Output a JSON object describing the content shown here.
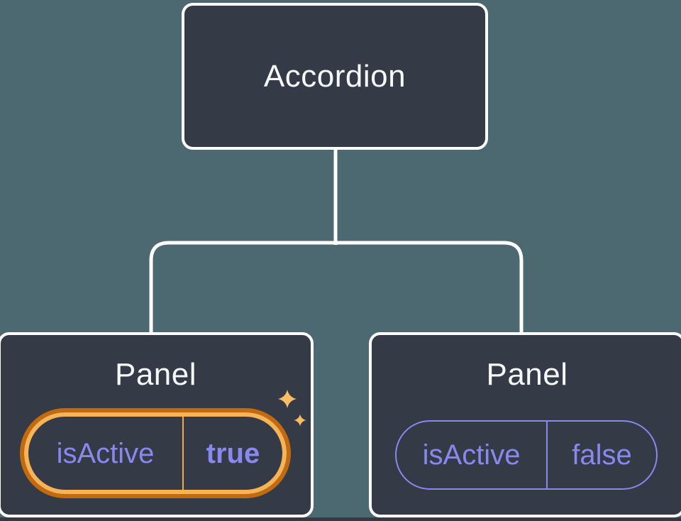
{
  "diagram": {
    "description": "Component tree: Accordion parent with two Panel children holding isActive state",
    "root": {
      "label": "Accordion"
    },
    "children": [
      {
        "label": "Panel",
        "state": {
          "name": "isActive",
          "value": "true"
        },
        "highlighted": true,
        "icon": "sparkles-icon"
      },
      {
        "label": "Panel",
        "state": {
          "name": "isActive",
          "value": "false"
        },
        "highlighted": false
      }
    ],
    "colors": {
      "background": "#4C6972",
      "node_fill": "#343B47",
      "node_border": "#FFFFFF",
      "connector": "#FFFFFF",
      "state_text": "#8888EE",
      "highlight_ring_outer": "#C26A10",
      "highlight_ring_inner": "#F9B357",
      "sparkle": "#FABC64",
      "bottom_strip": "#333A45"
    }
  }
}
